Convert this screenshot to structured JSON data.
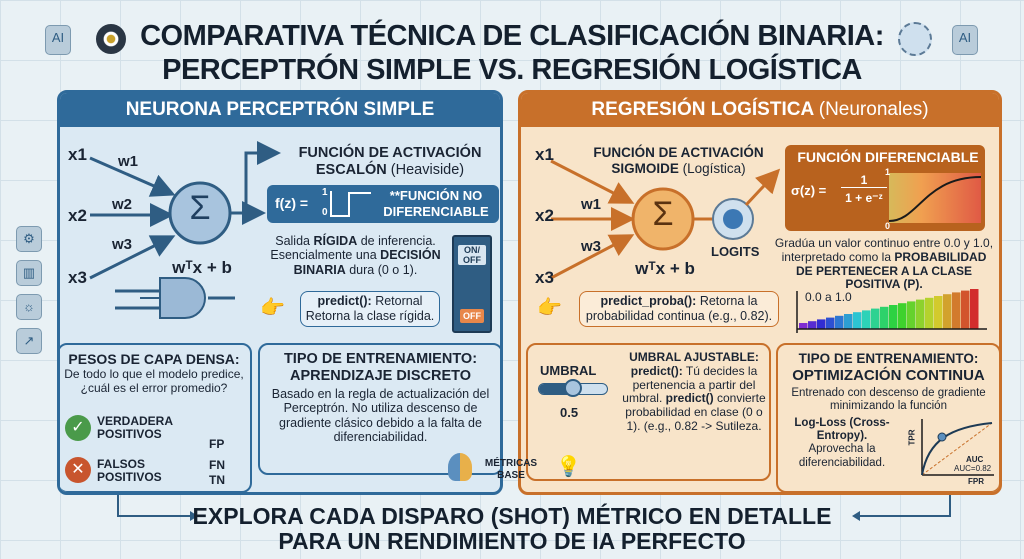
{
  "header": {
    "title_line1": "COMPARATIVA TÉCNICA DE CLASIFICACIÓN BINARIA:",
    "title_line2": "PERCEPTRÓN SIMPLE VS. REGRESIÓN LOGÍSTICA",
    "badge_left": "AI",
    "badge_right": "AI"
  },
  "perceptron": {
    "title": "NEURONA PERCEPTRÓN SIMPLE",
    "inputs": [
      "x1",
      "x2",
      "x3"
    ],
    "weights": [
      "w1",
      "w2",
      "w3"
    ],
    "sum_symbol": "Σ",
    "sum_formula": "wᵀx + b",
    "activation_title": "FUNCIÓN DE ACTIVACIÓN",
    "activation_name": "ESCALÓN",
    "activation_paren": "(Heaviside)",
    "formula": "f(z) =",
    "formula_top": "1",
    "formula_bottom": "0",
    "formula_note": "**FUNCIÓN NO DIFERENCIABLE",
    "desc_1": "Salida ",
    "desc_bold1": "RÍGIDA",
    "desc_2": " de inferencia. Esencialmente una ",
    "desc_bold2": "DECISIÓN BINARIA",
    "desc_3": " dura (0 o 1).",
    "switch_on": "ON/ OFF",
    "switch_off": "OFF",
    "predict_method": "predict():",
    "predict_text": " Retornal Retorna la clase rígida.",
    "weights_title": "PESOS DE CAPA DENSA:",
    "weights_question": "De todo lo que el modelo predice, ¿cuál es el error promedio?",
    "true_label": "VERDADERA POSITIVOS",
    "false_label": "FALSOS POSITIVOS",
    "fp": "FP",
    "fn": "FN",
    "tn": "TN",
    "training_title": "TIPO DE ENTRENAMIENTO:",
    "training_subtitle": "APRENDIZAJE DISCRETO",
    "training_text": "Basado en la regla de actualización del Perceptrón. No utiliza descenso de gradiente clásico debido a la falta de diferenciabilidad."
  },
  "logistic": {
    "title": "REGRESIÓN LOGÍSTICA",
    "title_paren": "(Neuronales)",
    "inputs": [
      "x1",
      "x2",
      "x3"
    ],
    "weights": [
      "w1",
      "w3"
    ],
    "sum_symbol": "Σ",
    "sum_formula": "wᵀx + b",
    "activation_title": "FUNCIÓN DE ACTIVACIÓN",
    "activation_name": "SIGMOIDE",
    "activation_paren": "(Logística)",
    "logits": "LOGITS",
    "diff_title": "FUNCIÓN DIFERENCIABLE",
    "formula": "σ(z) =",
    "formula_num": "1",
    "formula_den": "1 + e⁻ᶻ",
    "axis_top": "1",
    "axis_bottom": "0",
    "desc_1": "Gradúa un valor continuo entre 0.0 y 1.0, interpretado como la ",
    "desc_bold": "PROBABILIDAD DE PERTENECER A LA CLASE POSITIVA (P).",
    "scale_label": "0.0 a 1.0",
    "predict_method": "predict_proba():",
    "predict_text": " Retorna la probabilidad continua (e.g., 0.82).",
    "threshold_label": "UMBRAL",
    "threshold_value": "0.5",
    "threshold_level": 0.5,
    "adjust_title": "UMBRAL AJUSTABLE:",
    "adjust_m1": "predict():",
    "adjust_t1": " Tú decides la pertenencia a partir del umbral. ",
    "adjust_m2": "predict()",
    "adjust_t2": " convierte probabilidad en clase (0 o 1). (e.g., 0.82 -> Sutileza.",
    "training_title": "TIPO DE ENTRENAMIENTO:",
    "training_subtitle": "OPTIMIZACIÓN CONTINUA",
    "training_text1": "Entrenado con descenso de gradiente minimizando la función",
    "training_bold": "Log-Loss (Cross-Entropy).",
    "training_text2": "Aprovecha la diferenciabilidad.",
    "roc_y": "TPR",
    "roc_x": "FPR",
    "roc_auc": "AUC",
    "roc_auc_value": "AUC=0.82"
  },
  "metrics": {
    "label": "MÉTRICAS BASE"
  },
  "footer": {
    "line1": "EXPLORA CADA DISPARO (SHOT) MÉTRICO EN DETALLE",
    "line2": "PARA UN RENDIMIENTO DE IA PERFECTO"
  },
  "colors": {
    "blue": "#2f6a9a",
    "orange": "#c8702a",
    "navy": "#14202e"
  }
}
